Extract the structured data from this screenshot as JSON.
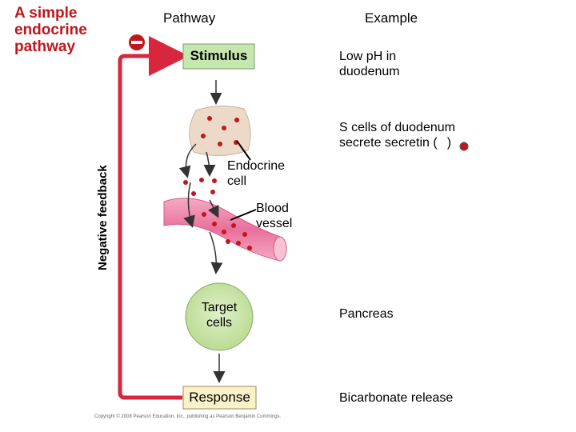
{
  "title": "A simple endocrine pathway",
  "headers": {
    "pathway": "Pathway",
    "example": "Example"
  },
  "feedback": {
    "label": "Negative feedback",
    "sign": "–"
  },
  "pathway_steps": {
    "stimulus": "Stimulus",
    "endocrine_cell": "Endocrine cell",
    "blood_vessel": "Blood vessel",
    "target_cells": "Target cells",
    "response": "Response"
  },
  "examples": {
    "stimulus": "Low pH in duodenum",
    "endocrine_line1": "S cells of duodenum",
    "endocrine_line2_pre": "secrete secretin (",
    "endocrine_line2_post": ")",
    "target": "Pancreas",
    "response": "Bicarbonate release"
  },
  "copyright": "Copyright © 2008 Pearson Education, Inc., publishing as Pearson Benjamin Cummings.",
  "colors": {
    "title": "#c0161c",
    "feedback_line": "#d8263c",
    "stimulus_box": "#c6e6b0",
    "cell": "#ecd9c8",
    "vessel": "#e8709a",
    "target": "#c9e3a8",
    "hormone": "#c0161c"
  }
}
